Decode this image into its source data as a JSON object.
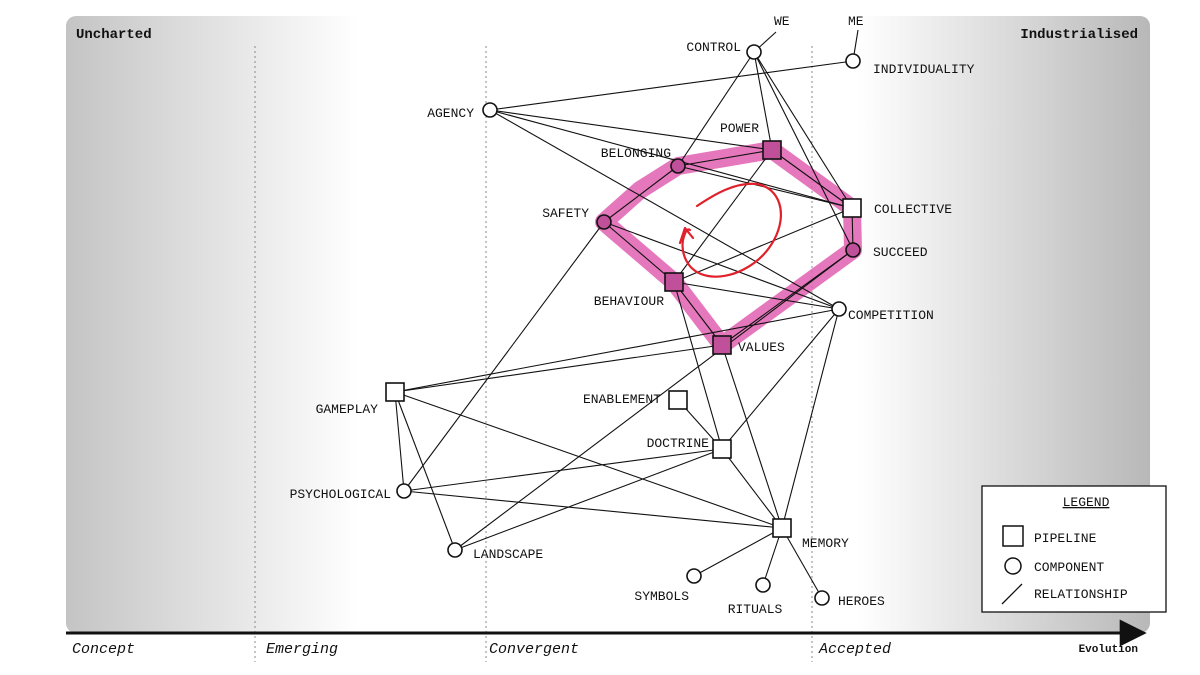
{
  "map": {
    "corners": {
      "left": "Uncharted",
      "right": "Industrialised"
    },
    "axis": {
      "title": "Evolution"
    },
    "stages": [
      "Concept",
      "Emerging",
      "Convergent",
      "Accepted"
    ],
    "legend": {
      "title": "LEGEND",
      "items": [
        "PIPELINE",
        "COMPONENT",
        "RELATIONSHIP"
      ]
    },
    "colors": {
      "highlight": "#e060b0",
      "annotation": "#e0202a",
      "highlight_fill": "#c0509a"
    },
    "nodes": [
      {
        "id": "we",
        "label": "WE",
        "kind": "label"
      },
      {
        "id": "me",
        "label": "ME",
        "kind": "label"
      },
      {
        "id": "control",
        "label": "CONTROL",
        "kind": "component"
      },
      {
        "id": "individuality",
        "label": "INDIVIDUALITY",
        "kind": "component"
      },
      {
        "id": "agency",
        "label": "AGENCY",
        "kind": "component"
      },
      {
        "id": "power",
        "label": "POWER",
        "kind": "pipeline",
        "highlighted": true
      },
      {
        "id": "belonging",
        "label": "BELONGING",
        "kind": "component",
        "highlighted": true
      },
      {
        "id": "safety",
        "label": "SAFETY",
        "kind": "component",
        "highlighted": true
      },
      {
        "id": "collective",
        "label": "COLLECTIVE",
        "kind": "pipeline"
      },
      {
        "id": "succeed",
        "label": "SUCCEED",
        "kind": "component",
        "highlighted": true
      },
      {
        "id": "behaviour",
        "label": "BEHAVIOUR",
        "kind": "pipeline",
        "highlighted": true
      },
      {
        "id": "competition",
        "label": "COMPETITION",
        "kind": "component"
      },
      {
        "id": "values",
        "label": "VALUES",
        "kind": "pipeline",
        "highlighted": true
      },
      {
        "id": "gameplay",
        "label": "GAMEPLAY",
        "kind": "pipeline"
      },
      {
        "id": "enablement",
        "label": "ENABLEMENT",
        "kind": "pipeline"
      },
      {
        "id": "doctrine",
        "label": "DOCTRINE",
        "kind": "pipeline"
      },
      {
        "id": "psychological",
        "label": "PSYCHOLOGICAL",
        "kind": "component"
      },
      {
        "id": "landscape",
        "label": "LANDSCAPE",
        "kind": "component"
      },
      {
        "id": "memory",
        "label": "MEMORY",
        "kind": "pipeline"
      },
      {
        "id": "symbols",
        "label": "SYMBOLS",
        "kind": "component"
      },
      {
        "id": "rituals",
        "label": "RITUALS",
        "kind": "component"
      },
      {
        "id": "heroes",
        "label": "HEROES",
        "kind": "component"
      }
    ],
    "links": [
      [
        "we",
        "control"
      ],
      [
        "me",
        "individuality"
      ],
      [
        "agency",
        "individuality"
      ],
      [
        "agency",
        "power"
      ],
      [
        "agency",
        "collective"
      ],
      [
        "agency",
        "competition"
      ],
      [
        "control",
        "belonging"
      ],
      [
        "control",
        "power"
      ],
      [
        "control",
        "collective"
      ],
      [
        "control",
        "succeed"
      ],
      [
        "belonging",
        "power"
      ],
      [
        "belonging",
        "collective"
      ],
      [
        "belonging",
        "safety"
      ],
      [
        "power",
        "collective"
      ],
      [
        "power",
        "behaviour"
      ],
      [
        "safety",
        "behaviour"
      ],
      [
        "safety",
        "competition"
      ],
      [
        "safety",
        "psychological"
      ],
      [
        "collective",
        "behaviour"
      ],
      [
        "collective",
        "succeed"
      ],
      [
        "behaviour",
        "values"
      ],
      [
        "behaviour",
        "competition"
      ],
      [
        "behaviour",
        "doctrine"
      ],
      [
        "succeed",
        "values"
      ],
      [
        "succeed",
        "landscape"
      ],
      [
        "competition",
        "gameplay"
      ],
      [
        "competition",
        "doctrine"
      ],
      [
        "competition",
        "memory"
      ],
      [
        "values",
        "gameplay"
      ],
      [
        "values",
        "memory"
      ],
      [
        "gameplay",
        "landscape"
      ],
      [
        "gameplay",
        "memory"
      ],
      [
        "gameplay",
        "psychological"
      ],
      [
        "enablement",
        "doctrine"
      ],
      [
        "doctrine",
        "psychological"
      ],
      [
        "doctrine",
        "landscape"
      ],
      [
        "doctrine",
        "memory"
      ],
      [
        "psychological",
        "memory"
      ],
      [
        "memory",
        "symbols"
      ],
      [
        "memory",
        "rituals"
      ],
      [
        "memory",
        "heroes"
      ]
    ]
  }
}
